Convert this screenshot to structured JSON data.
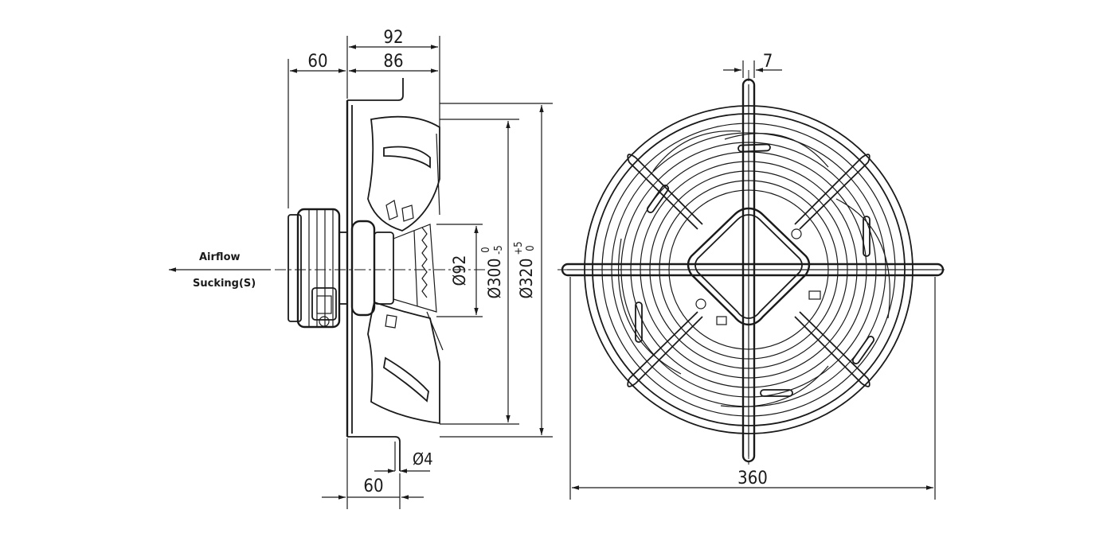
{
  "labels": {
    "airflow": "Airflow",
    "sucking": "Sucking(S)"
  },
  "dimensions": {
    "total_depth": "92",
    "guard_depth": "86",
    "motor_depth": "60",
    "mount_offset": "60",
    "hole_dia": "Ø4",
    "hub_dia": "Ø92",
    "blade_dia": "Ø300",
    "blade_tol_upper": "0",
    "blade_tol_lower": "-5",
    "guard_dia": "Ø320",
    "guard_tol_upper": "+5",
    "guard_tol_lower": "0",
    "rod_width": "7",
    "overall_width": "360"
  }
}
